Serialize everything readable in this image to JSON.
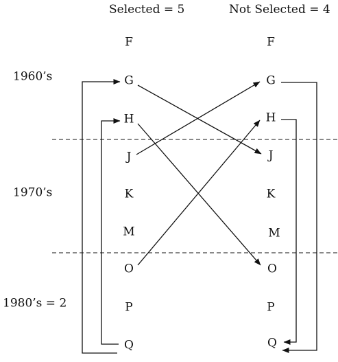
{
  "headers": {
    "selected": "Selected = 5",
    "not_selected": "Not Selected = 4"
  },
  "eras": {
    "sixties": "1960’s",
    "seventies": "1970’s",
    "eighties": "1980’s = 2"
  },
  "left_column": {
    "F": "F",
    "G": "G",
    "H": "H",
    "J": "J",
    "K": "K",
    "M": "M",
    "O": "O",
    "P": "P",
    "Q": "Q"
  },
  "right_column": {
    "F": "F",
    "G": "G",
    "H": "H",
    "J": "J",
    "K": "K",
    "M": "M",
    "O": "O",
    "P": "P",
    "Q": "Q"
  },
  "connections": [
    {
      "from": "left.G",
      "to": "right.J"
    },
    {
      "from": "left.J",
      "to": "right.G"
    },
    {
      "from": "left.H",
      "to": "right.O"
    },
    {
      "from": "left.O",
      "to": "right.H"
    },
    {
      "from": "left.Q",
      "to": "left.G"
    },
    {
      "from": "left.Q",
      "to": "left.H"
    },
    {
      "from": "right.G",
      "to": "right.Q"
    },
    {
      "from": "right.H",
      "to": "right.Q"
    }
  ],
  "colors": {
    "ink": "#111111",
    "background": "#ffffff"
  }
}
